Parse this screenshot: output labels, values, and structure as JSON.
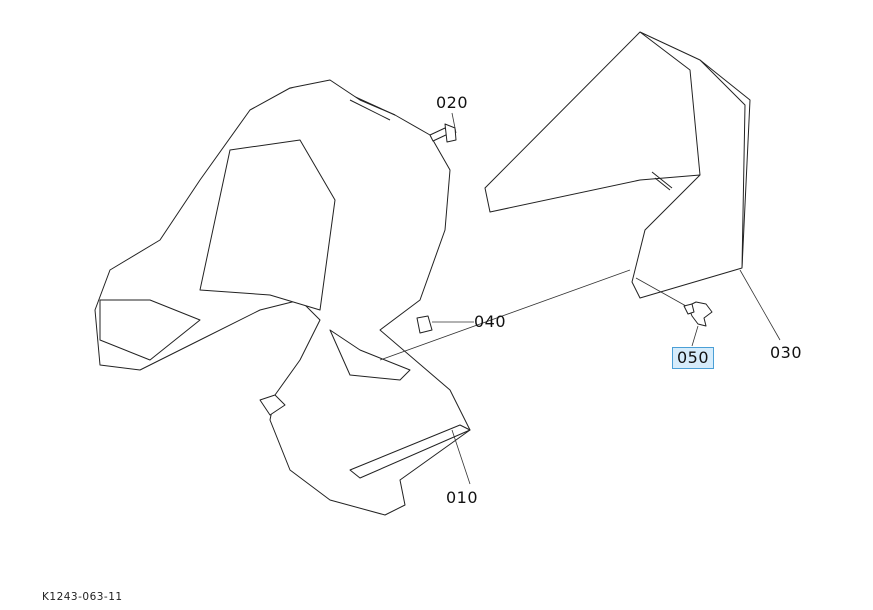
{
  "diagram": {
    "parts": [
      {
        "id": "010",
        "label": "010",
        "highlighted": false
      },
      {
        "id": "020",
        "label": "020",
        "highlighted": false
      },
      {
        "id": "030",
        "label": "030",
        "highlighted": false
      },
      {
        "id": "040",
        "label": "040",
        "highlighted": false
      },
      {
        "id": "050",
        "label": "050",
        "highlighted": true
      }
    ],
    "drawing_code": "K1243-063-11",
    "highlight_color": "#d6ecfb"
  }
}
